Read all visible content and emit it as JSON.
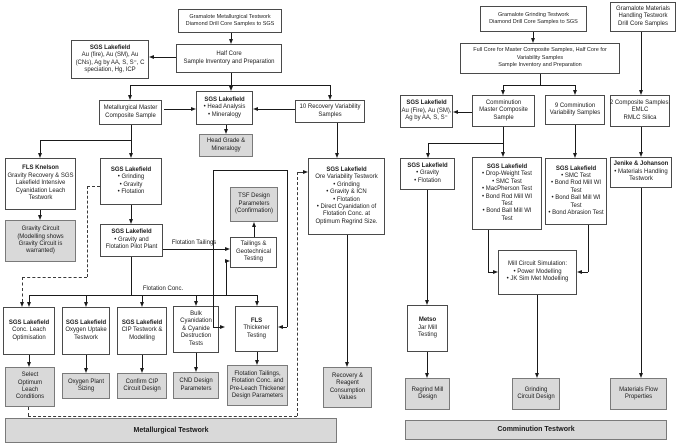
{
  "diagram": {
    "colors": {
      "box_fill": "#ffffff",
      "shaded_fill": "#d9d9d9",
      "border": "#4a4a4a",
      "line": "#1a1a1a"
    },
    "edge_labels": {
      "flotation_tailings": "Flotation Tailings",
      "flotation_conc": "Flotation Conc."
    },
    "nodes": [
      {
        "id": "met_top",
        "lines": [
          "Gramalote Metallurgical Testwork",
          "Diamond Drill Core Samples to SGS"
        ]
      },
      {
        "id": "met_assay",
        "title": "SGS Lakefield",
        "lines": [
          "Au (fire), Au (SM), Au",
          "(CNs), Ag by AA, S, S⁼, C",
          "speciation, Hg, ICP"
        ]
      },
      {
        "id": "half_core",
        "lines": [
          "Half Core",
          "Sample Inventory and Preparation"
        ]
      },
      {
        "id": "met_master",
        "lines": [
          "Metallurgical Master",
          "Composite Sample"
        ]
      },
      {
        "id": "head_analysis",
        "title": "SGS Lakefield",
        "lines": [
          "• Head Analysis",
          "• Mineralogy"
        ]
      },
      {
        "id": "recovery_samples",
        "lines": [
          "10 Recovery Variability",
          "Samples"
        ]
      },
      {
        "id": "head_grade",
        "lines": [
          "Head Grade &",
          "Mineralogy"
        ],
        "shaded": true
      },
      {
        "id": "fls_knelson",
        "title": "FLS Knelson",
        "lines": [
          "Gravity Recovery & SGS",
          "Lakefield Intensive",
          "Cyanidation Leach",
          "Testwork"
        ]
      },
      {
        "id": "ggf",
        "title": "SGS Lakefield",
        "lines": [
          "• Grinding",
          "• Gravity",
          "• Flotation"
        ]
      },
      {
        "id": "gravity_circuit",
        "lines": [
          "Gravity Circuit",
          "(Modelling shows",
          "Gravity Circuit is",
          "warranted)"
        ],
        "shaded": true
      },
      {
        "id": "pilot",
        "title": "SGS Lakefield",
        "lines": [
          "• Gravity and",
          "Flotation Pilot Plant"
        ]
      },
      {
        "id": "tsf",
        "lines": [
          "TSF Design",
          "Parameters",
          "(Confirmation)"
        ],
        "shaded": true
      },
      {
        "id": "tailings_geotech",
        "lines": [
          "Tailings &",
          "Geotechnical",
          "Testing"
        ]
      },
      {
        "id": "ore_var",
        "title": "SGS Lakefield",
        "lines": [
          "Ore Variability Testwork",
          "• Grinding",
          "• Gravity & ICN",
          "• Flotation",
          "• Direct Cyanidation of",
          "Flotation Conc. at",
          "Optimum Regrind Size."
        ]
      },
      {
        "id": "conc_leach",
        "title": "SGS Lakefield",
        "lines": [
          "Conc. Leach",
          "Optimisation"
        ]
      },
      {
        "id": "oxygen_uptake",
        "title": "SGS Lakefield",
        "lines": [
          "Oxygen Uptake",
          "Testwork"
        ]
      },
      {
        "id": "cip",
        "title": "SGS Lakefield",
        "lines": [
          "CIP Testwork &",
          "Modelling"
        ]
      },
      {
        "id": "bulk_cyan",
        "lines": [
          "Bulk",
          "Cyanidation",
          "& Cyanide",
          "Destruction",
          "Tests"
        ]
      },
      {
        "id": "fls_thickener",
        "title": "FLS",
        "lines": [
          "Thickener",
          "Testing"
        ]
      },
      {
        "id": "select_optimum",
        "lines": [
          "Select",
          "Optimum",
          "Leach",
          "Conditions"
        ],
        "shaded": true
      },
      {
        "id": "oxygen_plant",
        "lines": [
          "Oxygen Plant",
          "Sizing"
        ],
        "shaded": true
      },
      {
        "id": "confirm_cip",
        "lines": [
          "Confirm CIP",
          "Circuit Design"
        ],
        "shaded": true
      },
      {
        "id": "cnd",
        "lines": [
          "CND Design",
          "Parameters"
        ],
        "shaded": true
      },
      {
        "id": "flot_design",
        "lines": [
          "Flotation Tailings,",
          "Flotation Conc. and",
          "Pre-Leach Thickener",
          "Design Parameters"
        ],
        "shaded": true
      },
      {
        "id": "recovery_reagent",
        "lines": [
          "Recovery &",
          "Reagent",
          "Consumption",
          "Values"
        ],
        "shaded": true
      },
      {
        "id": "met_bar",
        "title": "Metallurgical Testwork",
        "lines": [],
        "bar": true
      },
      {
        "id": "grind_top",
        "lines": [
          "Gramalote Grinding Testwork",
          "Diamond Drill Core Samples to SGS"
        ]
      },
      {
        "id": "materials_top",
        "lines": [
          "Gramalote Materials",
          "Handling Testwork",
          "Drill Core Samples"
        ]
      },
      {
        "id": "full_core",
        "lines": [
          "Full Core for Master Composite Samples, Half Core for",
          "Variability Samples",
          "Sample Inventory and Preparation"
        ]
      },
      {
        "id": "comm_assay",
        "title": "SGS Lakefield",
        "lines": [
          "Au (Fire), Au (SM),",
          "Ag by AA, S, S⁼"
        ]
      },
      {
        "id": "comm_master",
        "lines": [
          "Comminution",
          "Master Composite",
          "Sample"
        ]
      },
      {
        "id": "comm_var",
        "lines": [
          "9 Comminution",
          "Variability Samples"
        ]
      },
      {
        "id": "composite2",
        "lines": [
          "2 Composite Samples:",
          "EMLC",
          "RMLC Silica"
        ]
      },
      {
        "id": "sgs_gf",
        "title": "SGS Lakefield",
        "lines": [
          "• Gravity",
          "• Flotation"
        ]
      },
      {
        "id": "drop_weight",
        "title": "SGS Lakefield",
        "lines": [
          "• Drop-Weight Test",
          "• SMC Test",
          "• MacPherson Test",
          "• Bond Rod Mill WI",
          "Test",
          "• Bond Ball Mill WI",
          "Test"
        ]
      },
      {
        "id": "smc",
        "title": "SGS Lakefield",
        "lines": [
          "• SMC Test",
          "• Bond Rod Mill WI",
          "Test",
          "• Bond Ball Mill WI",
          "Test",
          "• Bond Abrasion Test"
        ]
      },
      {
        "id": "jenike",
        "title": "Jenike & Johanson",
        "lines": [
          "• Materials Handling",
          "Testwork"
        ]
      },
      {
        "id": "mill_sim",
        "lines": [
          "Mill Circuit Simulation:",
          "• Power Modelling",
          "• JK Sim Met Modelling"
        ]
      },
      {
        "id": "metso",
        "title": "Metso",
        "lines": [
          "Jar Mill",
          "Testing"
        ]
      },
      {
        "id": "regrind",
        "lines": [
          "Regrind Mill",
          "Design"
        ],
        "shaded": true
      },
      {
        "id": "grinding_design",
        "lines": [
          "Grinding",
          "Circuit Design"
        ],
        "shaded": true
      },
      {
        "id": "materials_flow",
        "lines": [
          "Materials Flow",
          "Properties"
        ],
        "shaded": true
      },
      {
        "id": "comm_bar",
        "title": "Comminution Testwork",
        "lines": [],
        "bar": true
      }
    ]
  }
}
